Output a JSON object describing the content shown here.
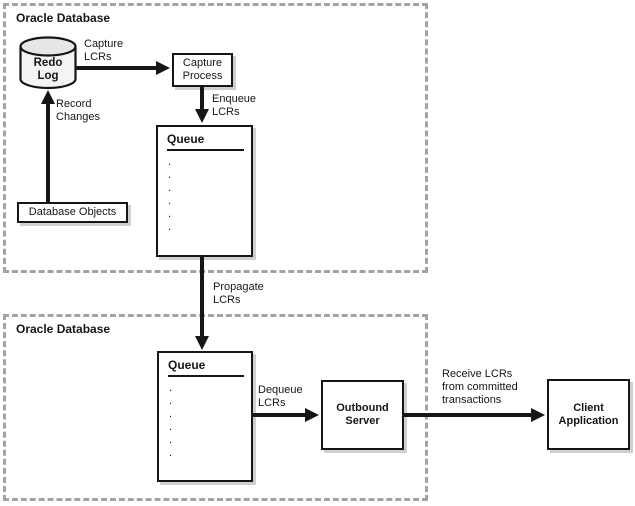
{
  "db1": {
    "label": "Oracle Database",
    "redo_log_label": "Redo\nLog",
    "capture_process_label": "Capture\nProcess",
    "database_objects_label": "Database Objects",
    "queue": {
      "title": "Queue",
      "dots": [
        ".",
        ".",
        ".",
        ".",
        ".",
        "."
      ]
    },
    "capture_lcrs_label": "Capture\nLCRs",
    "record_changes_label": "Record\nChanges",
    "enqueue_lcrs_label": "Enqueue\nLCRs"
  },
  "propagate_lcrs_label": "Propagate\nLCRs",
  "db2": {
    "label": "Oracle Database",
    "queue": {
      "title": "Queue",
      "dots": [
        ".",
        ".",
        ".",
        ".",
        ".",
        "."
      ]
    },
    "dequeue_lcrs_label": "Dequeue\nLCRs",
    "outbound_server_label": "Outbound\nServer",
    "receive_lcrs_label": "Receive LCRs\nfrom committed\ntransactions"
  },
  "client_application_label": "Client\nApplication",
  "colors": {
    "arrow": "#161616",
    "box_border": "#161616",
    "dashed_border": "#a3a3a3",
    "box_shadow": "#cfcfcf",
    "cylinder_top": "#e6e6e6",
    "cylinder_body": "#f4f4f4"
  }
}
